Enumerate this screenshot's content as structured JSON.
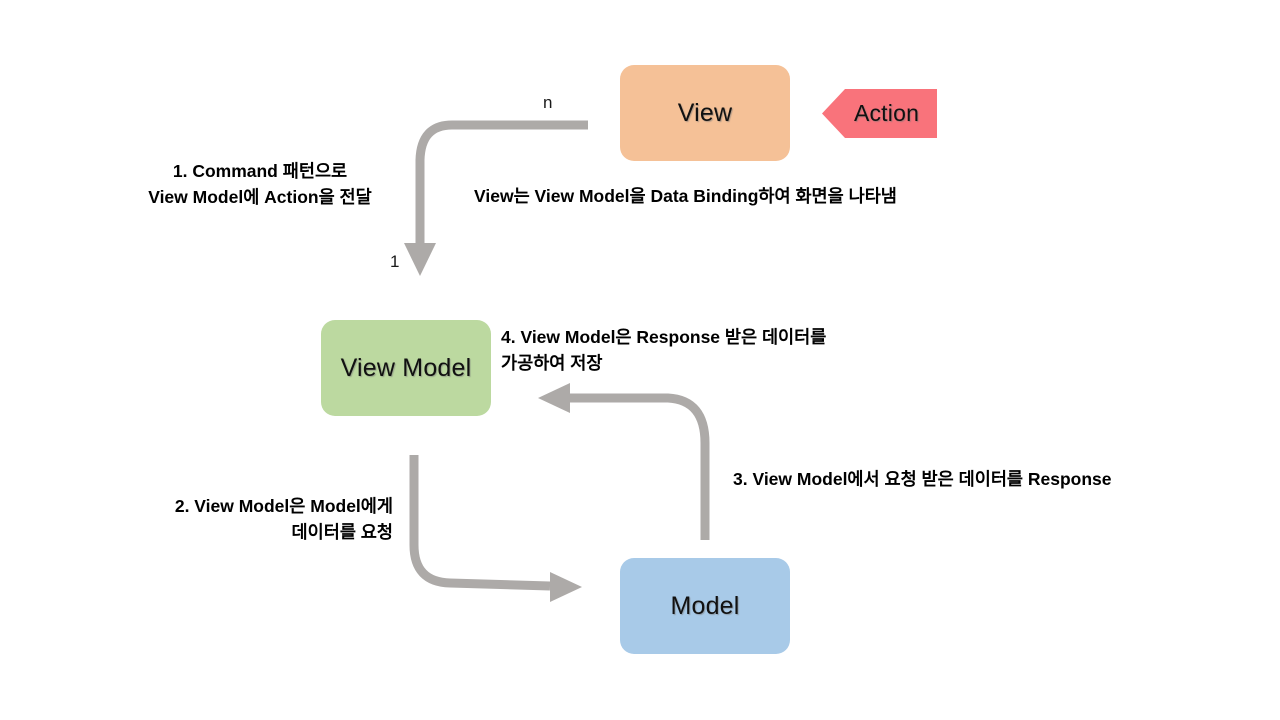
{
  "diagram": {
    "title": "MVVM Data Flow Diagram",
    "background": "#ffffff",
    "arrow_color": "#ADAAA8"
  },
  "nodes": {
    "view": {
      "label": "View",
      "color": "#F5C197",
      "shape": "rounded-rect"
    },
    "view_model": {
      "label": "View Model",
      "color": "#BCD9A0",
      "shape": "rounded-rect"
    },
    "model": {
      "label": "Model",
      "color": "#A8CAE8",
      "shape": "rounded-rect"
    },
    "action": {
      "label": "Action",
      "color": "#F9737B",
      "shape": "left-arrow-pentagon"
    }
  },
  "annotations": {
    "step1": "1. Command  패턴으로\nView Model에 Action을 전달",
    "binding": "View는 View Model을 Data Binding하여 화면을 나타냄",
    "step2": "2. View Model은 Model에게\n데이터를 요청",
    "step3": "3. View Model에서 요청 받은 데이터를 Response",
    "step4": "4. View Model은 Response 받은 데이터를\n가공하여 저장"
  },
  "multiplicity": {
    "source": "n",
    "target": "1"
  }
}
